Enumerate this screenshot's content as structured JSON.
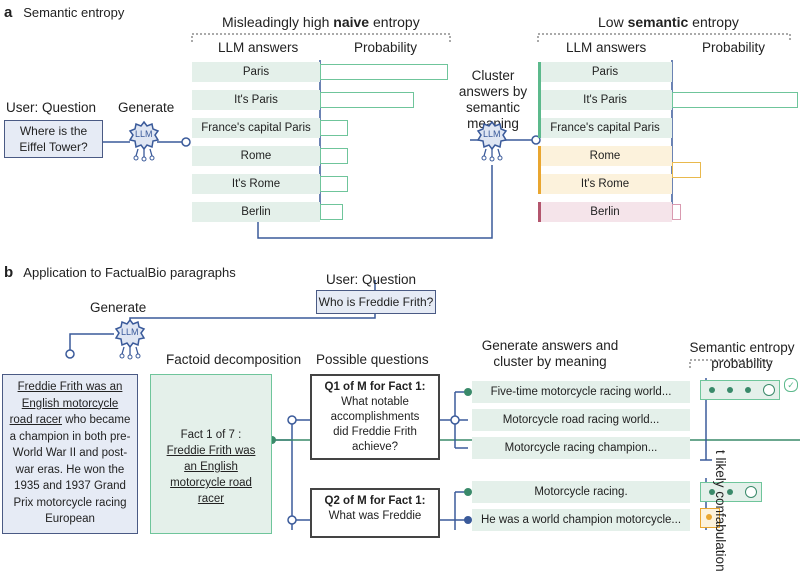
{
  "section_a": {
    "letter": "a",
    "title": "Semantic entropy",
    "naive_header_pre": "Misleadingly high ",
    "naive_header_bold": "naive",
    "naive_header_post": " entropy",
    "semantic_header_pre": "Low ",
    "semantic_header_bold": "semantic",
    "semantic_header_post": " entropy",
    "col_answers": "LLM answers",
    "col_probability": "Probability",
    "user_label": "User: Question",
    "generate_label": "Generate",
    "question": "Where is the Eiffel Tower?",
    "llm_label": "LLM",
    "cluster_label": "Cluster answers by semantic meaning",
    "answers": [
      "Paris",
      "It's Paris",
      "France's capital Paris",
      "Rome",
      "It's Rome",
      "Berlin"
    ],
    "naive_probabilities": [
      0.45,
      0.33,
      0.1,
      0.1,
      0.1,
      0.08
    ],
    "semantic_probabilities": [
      0.88,
      0.2,
      0.06
    ],
    "semantic_colors": [
      "#5cb98c",
      "#e9a630",
      "#b3566e"
    ]
  },
  "section_b": {
    "letter": "b",
    "title": "Application to FactualBio paragraphs",
    "user_label": "User: Question",
    "question": "Who is Freddie Frith?",
    "generate_label": "Generate",
    "llm_label": "LLM",
    "bio_underlined": "Freddie Frith was an English motorcycle road racer",
    "bio_rest": " who became a champion in both pre-World War II and post-war eras. He won the 1935 and 1937 Grand Prix motorcycle racing European",
    "factoid_header": "Factoid decomposition",
    "fact_prefix": "Fact 1 of 7 :",
    "fact_text": "Freddie Frith was an English motorcycle road racer",
    "questions_header": "Possible questions",
    "generate_header": "Generate answers and cluster by meaning",
    "entropy_header": "Semantic entropy probability",
    "q1_title": "Q1 of M for Fact 1:",
    "q1_text": "What notable accomplishments did Freddie Frith achieve?",
    "q2_title": "Q2 of M for Fact 1:",
    "q2_text": "What was Freddie",
    "q1_answers": [
      "Five-time motorcycle racing world...",
      "Motorcycle road racing world...",
      "Motorcycle racing champion..."
    ],
    "q2_answers": [
      "Motorcycle racing.",
      "He was a world champion motorcycle..."
    ],
    "side_label": "t likely confabulation"
  }
}
